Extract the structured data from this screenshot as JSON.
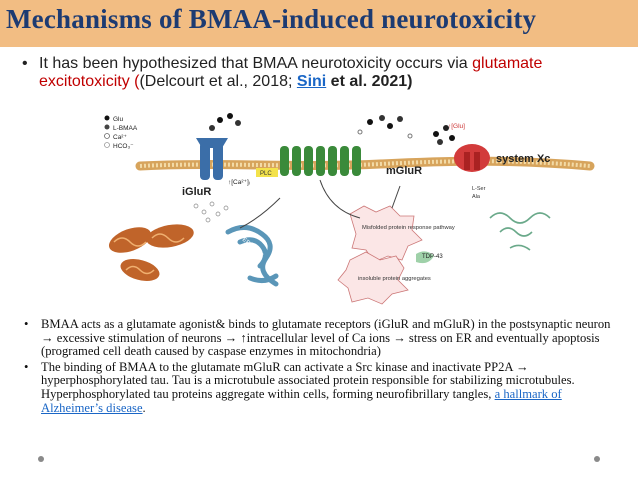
{
  "title": "Mechanisms of BMAA-induced neurotoxicity",
  "intro": {
    "part1": "It has been hypothesized that BMAA neurotoxicity occurs via ",
    "red": "glutamate excitotoxicity (",
    "part2": "(Delcourt et al., 2018; ",
    "link": "Sini",
    "part3": " et al. 2021)"
  },
  "figure": {
    "legend": [
      "Glu",
      "L-BMAA",
      "Ca²⁺",
      "HCO₃⁻"
    ],
    "labels": {
      "iglur": "iGluR",
      "mglur": "mGluR",
      "system_xc": "system Xc",
      "ca": "↑[Ca²⁺]ᵢ",
      "glu_out": "↑[Glu]",
      "plc": "PLC",
      "er": "ER stress",
      "misfolded": "Misfolded protein response pathway",
      "tdp": "TDP-43",
      "insoluble": "insoluble protein aggregates",
      "lser": "L-Ser",
      "ala": "Ala"
    },
    "colors": {
      "iglur": "#3b6ea8",
      "mglur": "#3a8a3a",
      "xc": "#d23b3b",
      "mito": "#c0642a",
      "er": "#5a96b8"
    }
  },
  "bullets": [
    {
      "text": "BMAA acts as a glutamate agonist& binds to glutamate receptors (iGluR and mGluR) in the postsynaptic neuron → excessive stimulation of neurons → ↑intracellular level of Ca ions → stress on ER and eventually apoptosis (programed cell death caused by caspase enzymes in mitochondria)"
    },
    {
      "text": "The binding of BMAA to the glutamate mGluR can activate a Src kinase  and inactivate PP2A → hyperphosphorylated tau. Tau is a microtubule associated protein responsible for stabilizing microtubules. Hyperphosphorylated tau proteins aggregate within cells, forming neurofibrillary tangles, ",
      "link": "a hallmark of Alzheimer’s disease",
      "end": "."
    }
  ]
}
